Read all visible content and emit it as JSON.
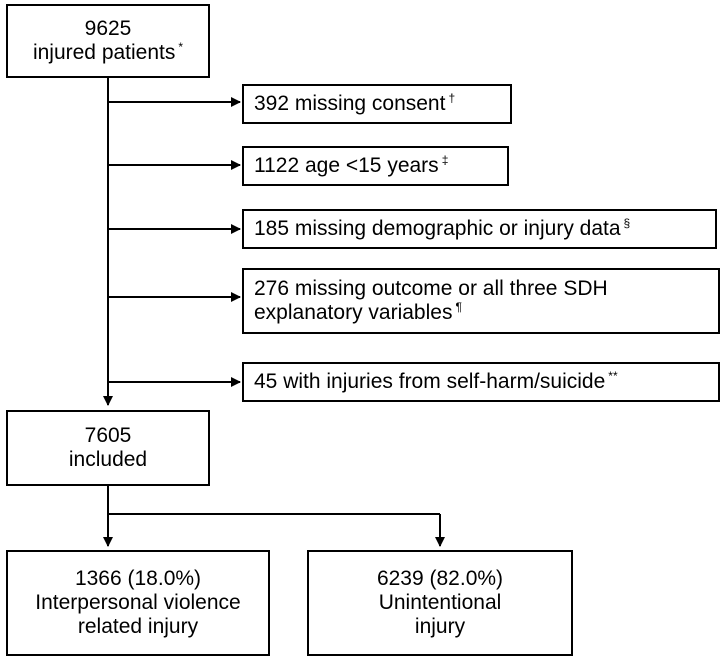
{
  "start": {
    "count": "9625",
    "label": "injured patients",
    "mark": "*"
  },
  "exclusions": [
    {
      "text": "392 missing consent",
      "mark": "†"
    },
    {
      "text": "1122 age <15 years",
      "mark": "‡"
    },
    {
      "text": "185 missing demographic or injury data",
      "mark": "§"
    },
    {
      "text": "276 missing outcome or all three SDH explanatory variables",
      "mark": "¶"
    },
    {
      "text": "45 with injuries from self-harm/suicide",
      "mark": "**"
    }
  ],
  "included": {
    "count": "7605",
    "label": "included"
  },
  "outcomes": [
    {
      "stat": "1366 (18.0%)",
      "label": "Interpersonal violence related injury"
    },
    {
      "stat": "6239 (82.0%)",
      "label": "Unintentional injury"
    }
  ]
}
